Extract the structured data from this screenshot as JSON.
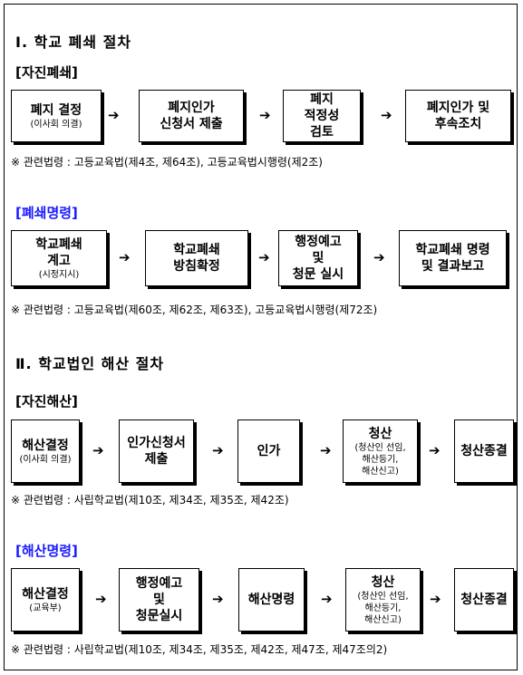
{
  "section1": {
    "title": "Ⅰ. 학교 폐쇄 절차",
    "voluntary": {
      "title": "[자진폐쇄]",
      "boxes": [
        {
          "lines": [
            "폐지 결정"
          ],
          "sub": [
            "(이사회 의결)"
          ]
        },
        {
          "lines": [
            "폐지인가",
            "신청서 제출"
          ],
          "sub": []
        },
        {
          "lines": [
            "폐지",
            "적정성",
            "검토"
          ],
          "sub": []
        },
        {
          "lines": [
            "폐지인가 및",
            "후속조치"
          ],
          "sub": []
        }
      ],
      "law": "※  관련법령 : 고등교육법(제4조, 제64조), 고등교육법시행령(제2조)"
    },
    "order": {
      "title": "[폐쇄명령]",
      "boxes": [
        {
          "lines": [
            "학교폐쇄",
            "계고"
          ],
          "sub": [
            "(시정지시)"
          ]
        },
        {
          "lines": [
            "학교폐쇄",
            "방침확정"
          ],
          "sub": []
        },
        {
          "lines": [
            "행정예고",
            "및",
            "청문 실시"
          ],
          "sub": []
        },
        {
          "lines": [
            "학교폐쇄 명령",
            "및 결과보고"
          ],
          "sub": []
        }
      ],
      "law": "※  관련법령 : 고등교육법(제60조, 제62조, 제63조), 고등교육법시행령(제72조)"
    }
  },
  "section2": {
    "title": "Ⅱ. 학교법인 해산 절차",
    "voluntary": {
      "title": "[자진해산]",
      "boxes": [
        {
          "lines": [
            "해산결정"
          ],
          "sub": [
            "(이사회 의결)"
          ]
        },
        {
          "lines": [
            "인가신청서",
            "제출"
          ],
          "sub": []
        },
        {
          "lines": [
            "인가"
          ],
          "sub": []
        },
        {
          "lines": [
            "청산"
          ],
          "sub": [
            "(청산인 선임,",
            "해산등기,",
            "해산신고)"
          ]
        },
        {
          "lines": [
            "청산종결"
          ],
          "sub": []
        }
      ],
      "law": "※  관련법령 : 사립학교법(제10조, 제34조, 제35조, 제42조)"
    },
    "order": {
      "title": "[해산명령]",
      "boxes": [
        {
          "lines": [
            "해산결정"
          ],
          "sub": [
            "(교육부)"
          ]
        },
        {
          "lines": [
            "행정예고",
            "및",
            "청문실시"
          ],
          "sub": []
        },
        {
          "lines": [
            "해산명령"
          ],
          "sub": []
        },
        {
          "lines": [
            "청산"
          ],
          "sub": [
            "(청산인 선임,",
            "해산등기,",
            "해산신고)"
          ]
        },
        {
          "lines": [
            "청산종결"
          ],
          "sub": []
        }
      ],
      "law": "※  관련법령 : 사립학교법(제10조, 제34조, 제35조, 제42조, 제47조, 제47조의2)"
    }
  },
  "arrow_glyph": "➔",
  "colors": {
    "highlight_title": "#1a1aff"
  }
}
